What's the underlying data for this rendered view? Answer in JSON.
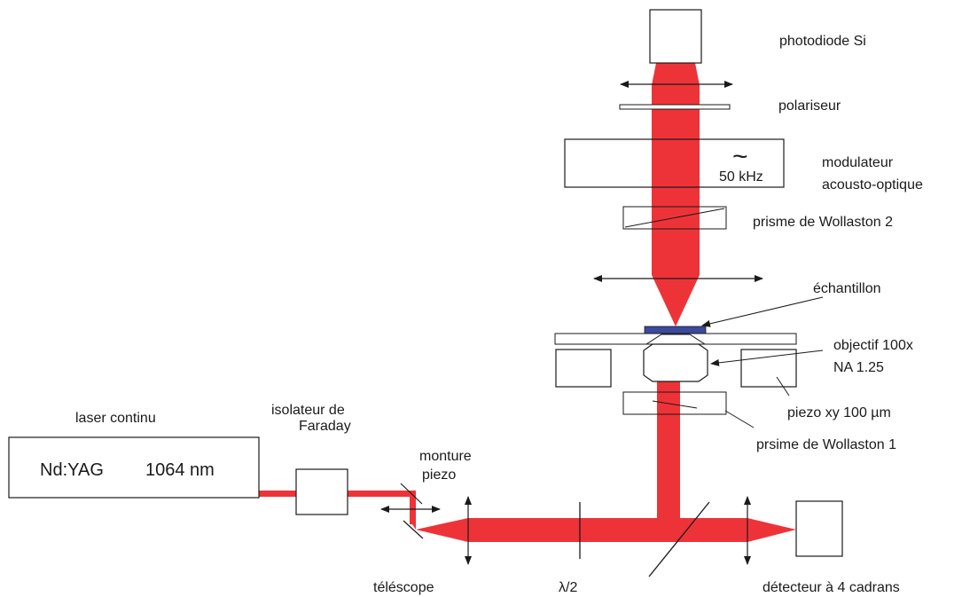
{
  "labels": {
    "photodiode": "photodiode Si",
    "polariseur": "polariseur",
    "modulateur_1": "modulateur",
    "modulateur_2": "acousto-optique",
    "modulator_freq": "50 kHz",
    "modulator_symbol": "~",
    "wollaston_2": "prisme de Wollaston 2",
    "echantillon": "échantillon",
    "objectif_1": "objectif 100x",
    "objectif_2": "NA 1.25",
    "piezo_xy": "piezo xy 100 µm",
    "wollaston_1": "prsime de Wollaston 1",
    "laser_title": "laser continu",
    "laser_type": "Nd:YAG",
    "laser_wavelength": "1064 nm",
    "isolateur_1": "isolateur de",
    "isolateur_2": "Faraday",
    "monture_1": "monture",
    "monture_2": "piezo",
    "telescope": "téléscope",
    "lambda_half": "λ/2",
    "detecteur": "détecteur à 4 cadrans"
  },
  "colors": {
    "beam": "#ee3338",
    "sample": "#3b4a9e",
    "outline": "#1a1a1a"
  }
}
